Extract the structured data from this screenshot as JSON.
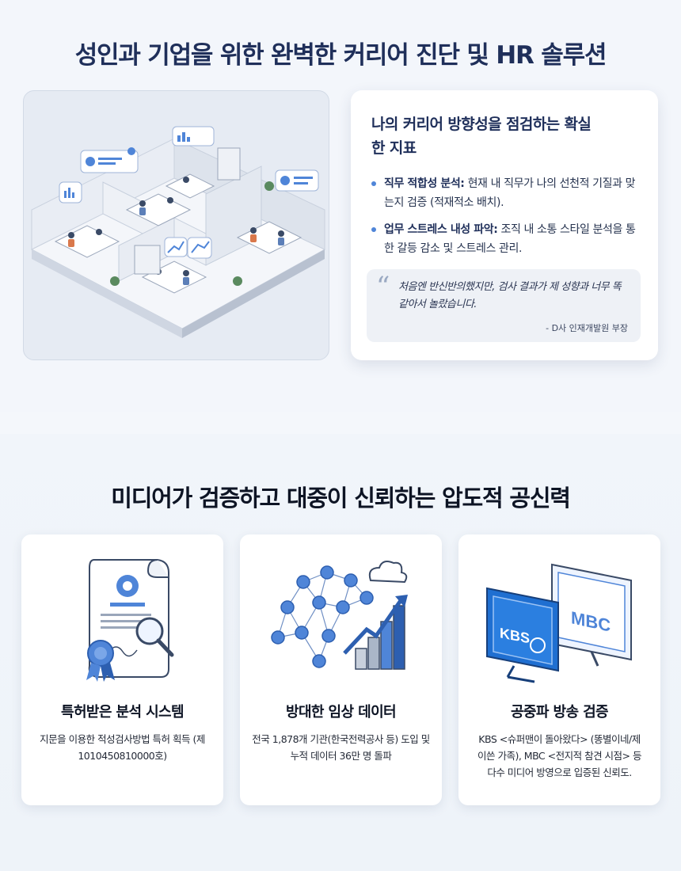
{
  "top": {
    "title": "성인과 기업을 위한 완벽한 커리어 진단 및 HR 솔루션",
    "card": {
      "heading": "나의 커리어 방향성을 점검하는 확실한 지표",
      "bullets": [
        {
          "label": "직무 적합성 분석:",
          "text": "현재 내 직무가 나의 선천적 기질과 맞는지 검증 (적재적소 배치)."
        },
        {
          "label": "업무 스트레스 내성 파악:",
          "text": "조직 내 소통 스타일 분석을 통한 갈등 감소 및 스트레스 관리."
        }
      ],
      "quote": "처음엔 반신반의했지만, 검사 결과가 제 성향과 너무 똑같아서 놀랐습니다.",
      "quote_author": "- D사 인재개발원 부장"
    }
  },
  "bottom": {
    "title": "미디어가 검증하고 대중이 신뢰하는 압도적 공신력",
    "features": [
      {
        "title": "특허받은 분석 시스템",
        "desc": "지문을 이용한 적성검사방법 특허 획득 (제 1010450810000호)",
        "icon": "patent-certificate-icon"
      },
      {
        "title": "방대한 임상 데이터",
        "desc": "전국 1,878개 기관(한국전력공사 등) 도입 및 누적 데이터 36만 명 돌파",
        "icon": "data-network-icon"
      },
      {
        "title": "공중파 방송 검증",
        "desc": "KBS <슈퍼맨이 돌아왔다> (똥별이네/제이쓴 가족), MBC <전지적 참견 시점> 등 다수 미디어 방영으로 입증된 신뢰도.",
        "icon": "broadcast-tv-icon"
      }
    ],
    "tv_logos": [
      "KBS",
      "MBC"
    ]
  },
  "colors": {
    "accent": "#4f85d8",
    "title": "#1f2f5a",
    "kbs_blue": "#1f6fd1"
  }
}
